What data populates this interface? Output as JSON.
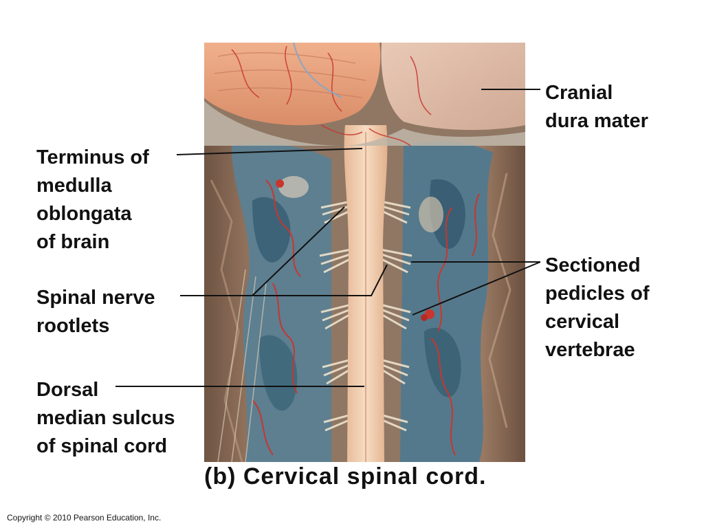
{
  "labels": {
    "cranial_dura_mater": "Cranial\ndura mater",
    "terminus_medulla": "Terminus of\nmedulla\noblongata\nof brain",
    "spinal_nerve_rootlets": "Spinal nerve\nrootlets",
    "dorsal_median_sulcus": "Dorsal\nmedian sulcus\nof spinal cord",
    "sectioned_pedicles": "Sectioned\npedicles of\ncervical\nvertebrae"
  },
  "caption": "(b) Cervical spinal cord.",
  "copyright": "Copyright © 2010 Pearson Education, Inc.",
  "colors": {
    "brain": "#e7a27c",
    "cord": "#f3d2b4",
    "muscle": "#8a6a55",
    "blue_tissue": "#4d7488",
    "vessel": "#c8362e",
    "leader_line": "#111111"
  }
}
